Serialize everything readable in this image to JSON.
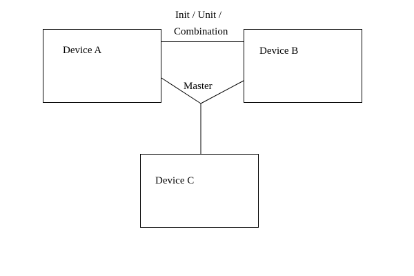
{
  "diagram": {
    "devices": {
      "a": {
        "label": "Device A"
      },
      "b": {
        "label": "Device B"
      },
      "c": {
        "label": "Device C"
      }
    },
    "links": {
      "top_line1": "Init / Unit /",
      "top_line2": "Combination",
      "master": "Master"
    },
    "colors": {
      "stroke": "#000000",
      "background": "#ffffff"
    }
  }
}
